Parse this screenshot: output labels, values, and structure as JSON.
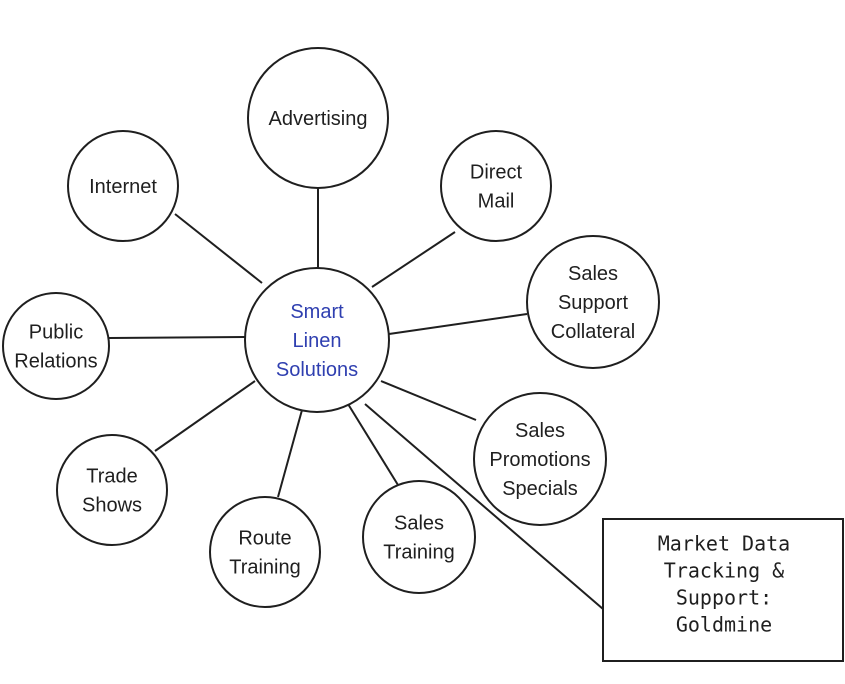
{
  "diagram": {
    "center": {
      "lines": [
        "Smart",
        "Linen",
        "Solutions"
      ],
      "color": "#2f3fb0"
    },
    "nodes": [
      {
        "id": "advertising",
        "lines": [
          "Advertising"
        ]
      },
      {
        "id": "internet",
        "lines": [
          "Internet"
        ]
      },
      {
        "id": "direct-mail",
        "lines": [
          "Direct",
          "Mail"
        ]
      },
      {
        "id": "sales-support-collateral",
        "lines": [
          "Sales",
          "Support",
          "Collateral"
        ]
      },
      {
        "id": "public-relations",
        "lines": [
          "Public",
          "Relations"
        ]
      },
      {
        "id": "sales-promotions-specials",
        "lines": [
          "Sales",
          "Promotions",
          "Specials"
        ]
      },
      {
        "id": "trade-shows",
        "lines": [
          "Trade",
          "Shows"
        ]
      },
      {
        "id": "route-training",
        "lines": [
          "Route",
          "Training"
        ]
      },
      {
        "id": "sales-training",
        "lines": [
          "Sales",
          "Training"
        ]
      }
    ],
    "box": {
      "id": "market-data-tracking",
      "lines": [
        "Market Data",
        "Tracking &",
        "Support:",
        "Goldmine"
      ]
    }
  }
}
